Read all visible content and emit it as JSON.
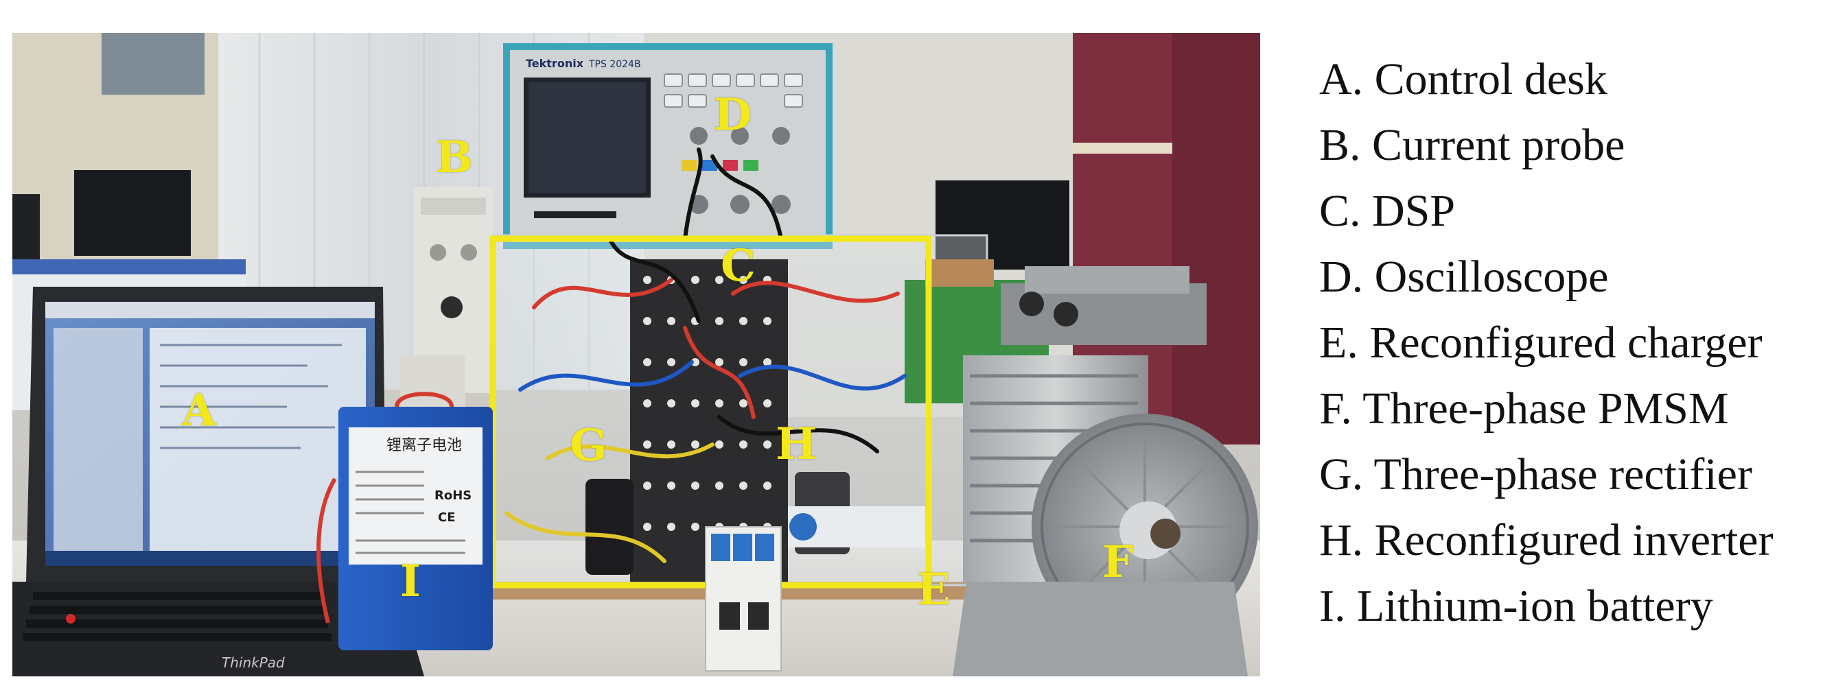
{
  "photo": {
    "callouts": [
      {
        "id": "A",
        "label": "A"
      },
      {
        "id": "B",
        "label": "B"
      },
      {
        "id": "C",
        "label": "C"
      },
      {
        "id": "D",
        "label": "D"
      },
      {
        "id": "E",
        "label": "E"
      },
      {
        "id": "F",
        "label": "F"
      },
      {
        "id": "G",
        "label": "G"
      },
      {
        "id": "H",
        "label": "H"
      },
      {
        "id": "I",
        "label": "I"
      }
    ],
    "device_text": {
      "oscilloscope_brand": "Tektronix",
      "oscilloscope_model": "TPS 2024B",
      "laptop_brand": "ThinkPad",
      "battery_title": "锂离子电池",
      "battery_rohs": "RoHS",
      "battery_ce": "CE"
    },
    "highlight_color": "#f2e81c"
  },
  "legend": {
    "items": [
      "A. Control desk",
      "B. Current probe",
      "C. DSP",
      "D. Oscilloscope",
      "E. Reconfigured charger",
      "F. Three-phase PMSM",
      "G. Three-phase rectifier",
      "H. Reconfigured inverter",
      "I. Lithium-ion battery"
    ]
  }
}
